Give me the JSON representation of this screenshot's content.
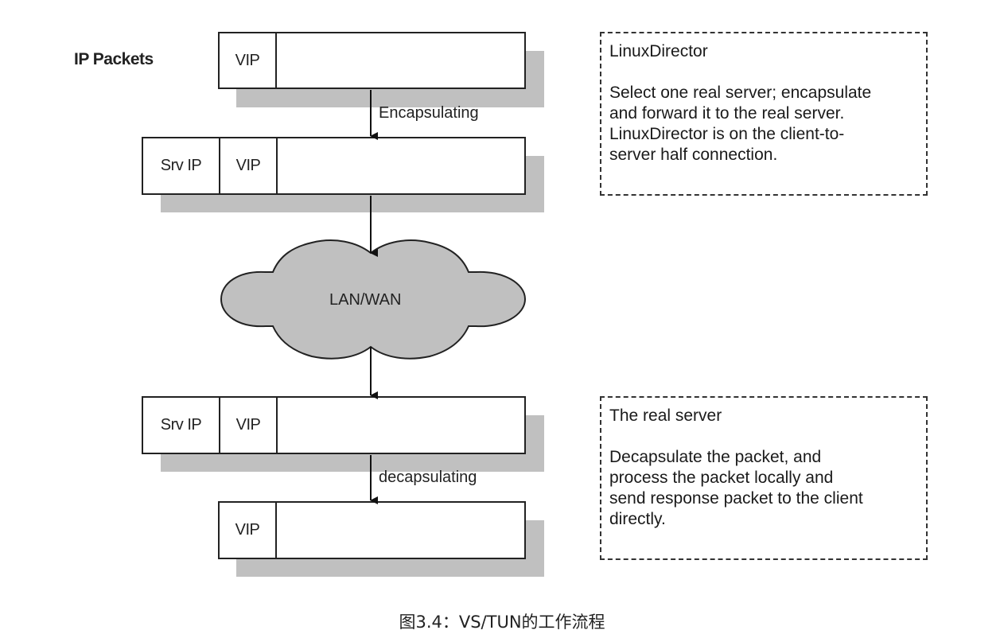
{
  "diagram": {
    "heading": "IP Packets",
    "packets": [
      {
        "id": "original",
        "fields": [
          "VIP"
        ]
      },
      {
        "id": "encapsulated",
        "fields": [
          "Srv IP",
          "VIP"
        ]
      },
      {
        "id": "received",
        "fields": [
          "Srv IP",
          "VIP"
        ]
      },
      {
        "id": "decapsulated",
        "fields": [
          "VIP"
        ]
      }
    ],
    "arrows": [
      {
        "from": "original",
        "to": "encapsulated",
        "label": "Encapsulating"
      },
      {
        "from": "encapsulated",
        "to": "network",
        "label": ""
      },
      {
        "from": "network",
        "to": "received",
        "label": ""
      },
      {
        "from": "received",
        "to": "decapsulated",
        "label": "decapsulating"
      }
    ],
    "network": {
      "label": "LAN/WAN"
    },
    "notes": [
      {
        "title": "LinuxDirector",
        "lines": [
          "Select one real server; encapsulate",
          "and forward it to the real server.",
          "LinuxDirector is on the client-to-",
          "server half connection."
        ]
      },
      {
        "title": "The real server",
        "lines": [
          "Decapsulate the packet, and",
          "process the packet locally and",
          "send response packet to the client",
          "directly."
        ]
      }
    ],
    "caption": "图3.4：VS/TUN的工作流程",
    "colors": {
      "shadow": "#c0c0c0",
      "cloud": "#c0c0c0",
      "stroke": "#222222"
    }
  }
}
